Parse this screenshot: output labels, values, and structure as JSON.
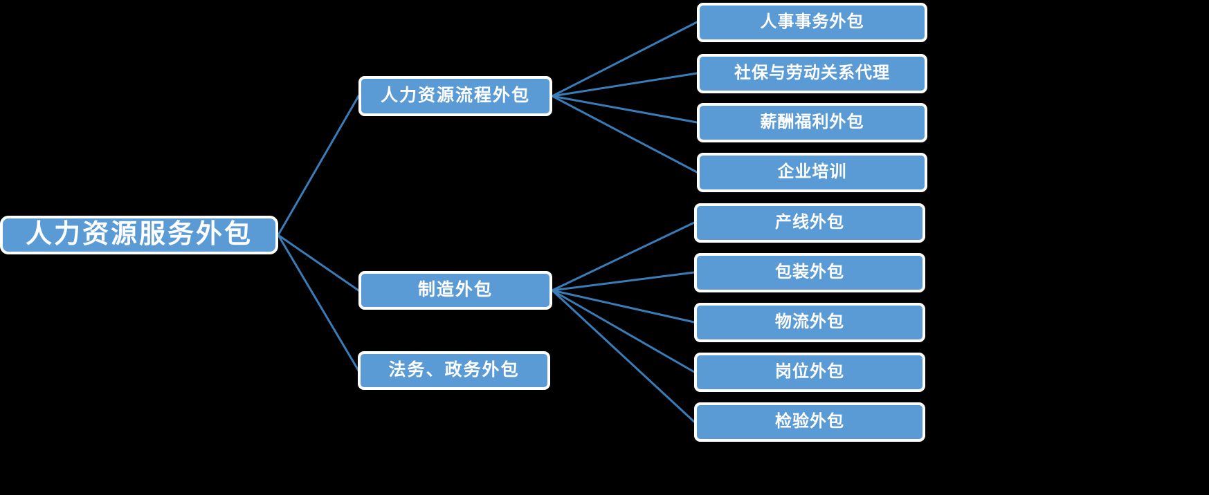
{
  "diagram": {
    "type": "tree-mindmap",
    "orientation": "left-to-right",
    "colors": {
      "background": "#000000",
      "node_fill": "#5b9bd5",
      "node_border": "#ffffff",
      "node_text": "#ffffff",
      "connector": "#3a7cb8"
    },
    "root": {
      "label": "人力资源服务外包"
    },
    "branches": [
      {
        "label": "人力资源流程外包",
        "children": [
          {
            "label": "人事事务外包"
          },
          {
            "label": "社保与劳动关系代理"
          },
          {
            "label": "薪酬福利外包"
          },
          {
            "label": "企业培训"
          }
        ]
      },
      {
        "label": "制造外包",
        "children": [
          {
            "label": "产线外包"
          },
          {
            "label": "包装外包"
          },
          {
            "label": "物流外包"
          },
          {
            "label": "岗位外包"
          },
          {
            "label": "检验外包"
          }
        ]
      },
      {
        "label": "法务、政务外包",
        "children": []
      }
    ]
  }
}
